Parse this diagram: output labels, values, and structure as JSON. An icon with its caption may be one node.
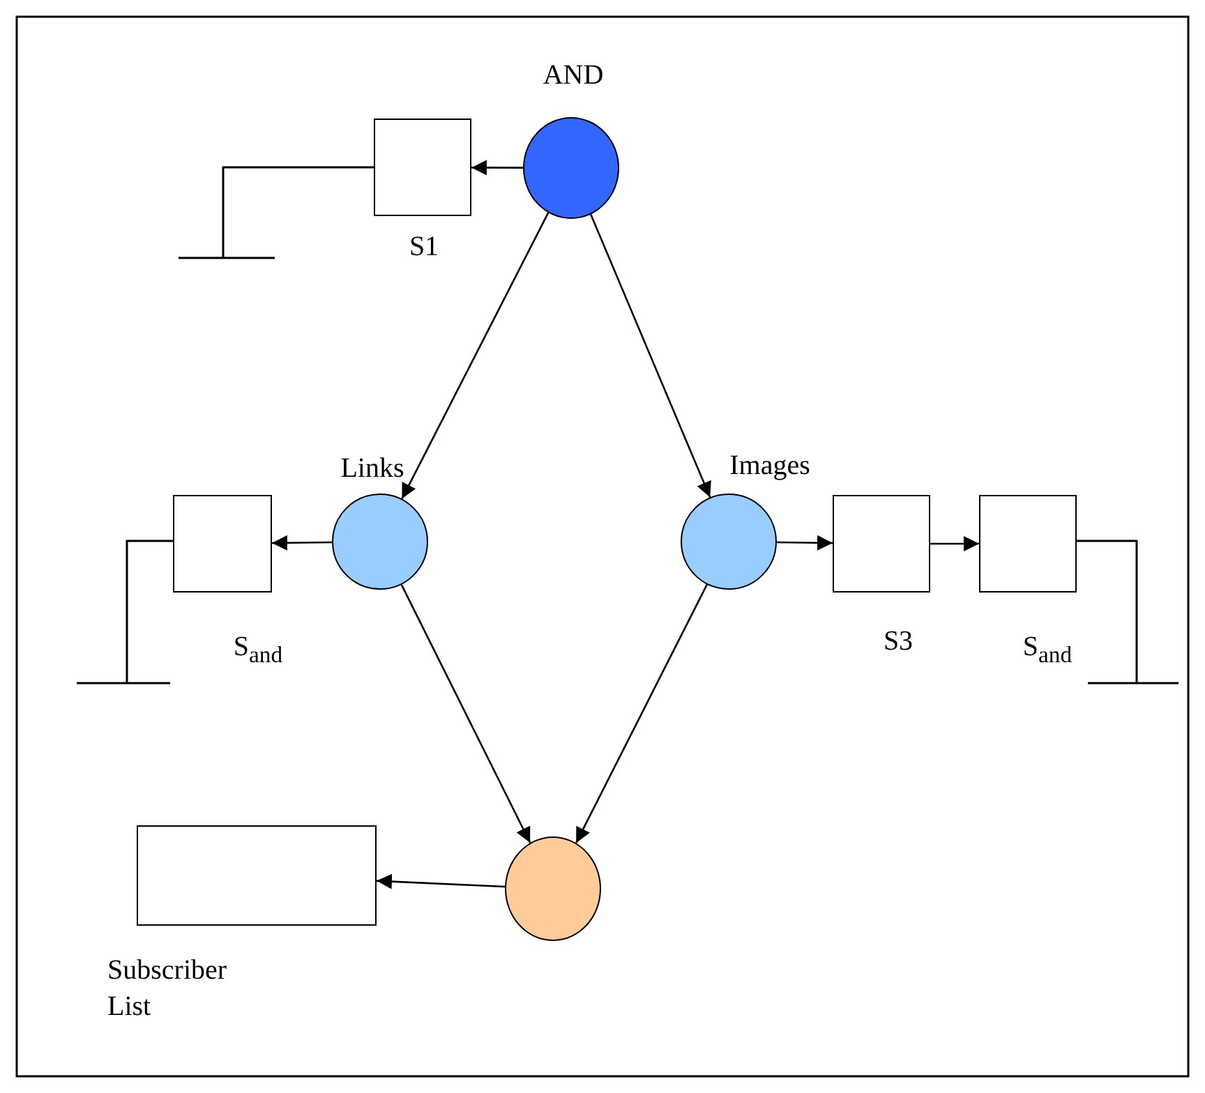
{
  "diagram": {
    "nodes": [
      {
        "text": [
          "AND"
        ]
      },
      {
        "text": [
          "S1"
        ]
      },
      {
        "text": [
          "Links"
        ]
      },
      {
        "text": [
          "S$_{and}$"
        ]
      },
      {
        "text": [
          "Images"
        ]
      },
      {
        "text": [
          "S3"
        ]
      },
      {
        "text": [
          "S$_{and}$"
        ]
      },
      {
        "text": [],
        "shape": "circle"
      },
      {
        "text": [
          "Subscriber List"
        ]
      }
    ],
    "edges": [
      {
        "from": 0,
        "to": 1,
        "arrow": "to"
      },
      {
        "from": 0,
        "to": 2,
        "arrow": "to"
      },
      {
        "from": 0,
        "to": 4,
        "arrow": "to"
      },
      {
        "from": 2,
        "to": 3,
        "arrow": "to"
      },
      {
        "from": 4,
        "to": 5,
        "arrow": "to"
      },
      {
        "from": 5,
        "to": 6,
        "arrow": "to"
      },
      {
        "from": 2,
        "to": 7,
        "arrow": "to"
      },
      {
        "from": 4,
        "to": 7,
        "arrow": "to"
      },
      {
        "from": 7,
        "to": 8,
        "arrow": "to"
      }
    ]
  }
}
